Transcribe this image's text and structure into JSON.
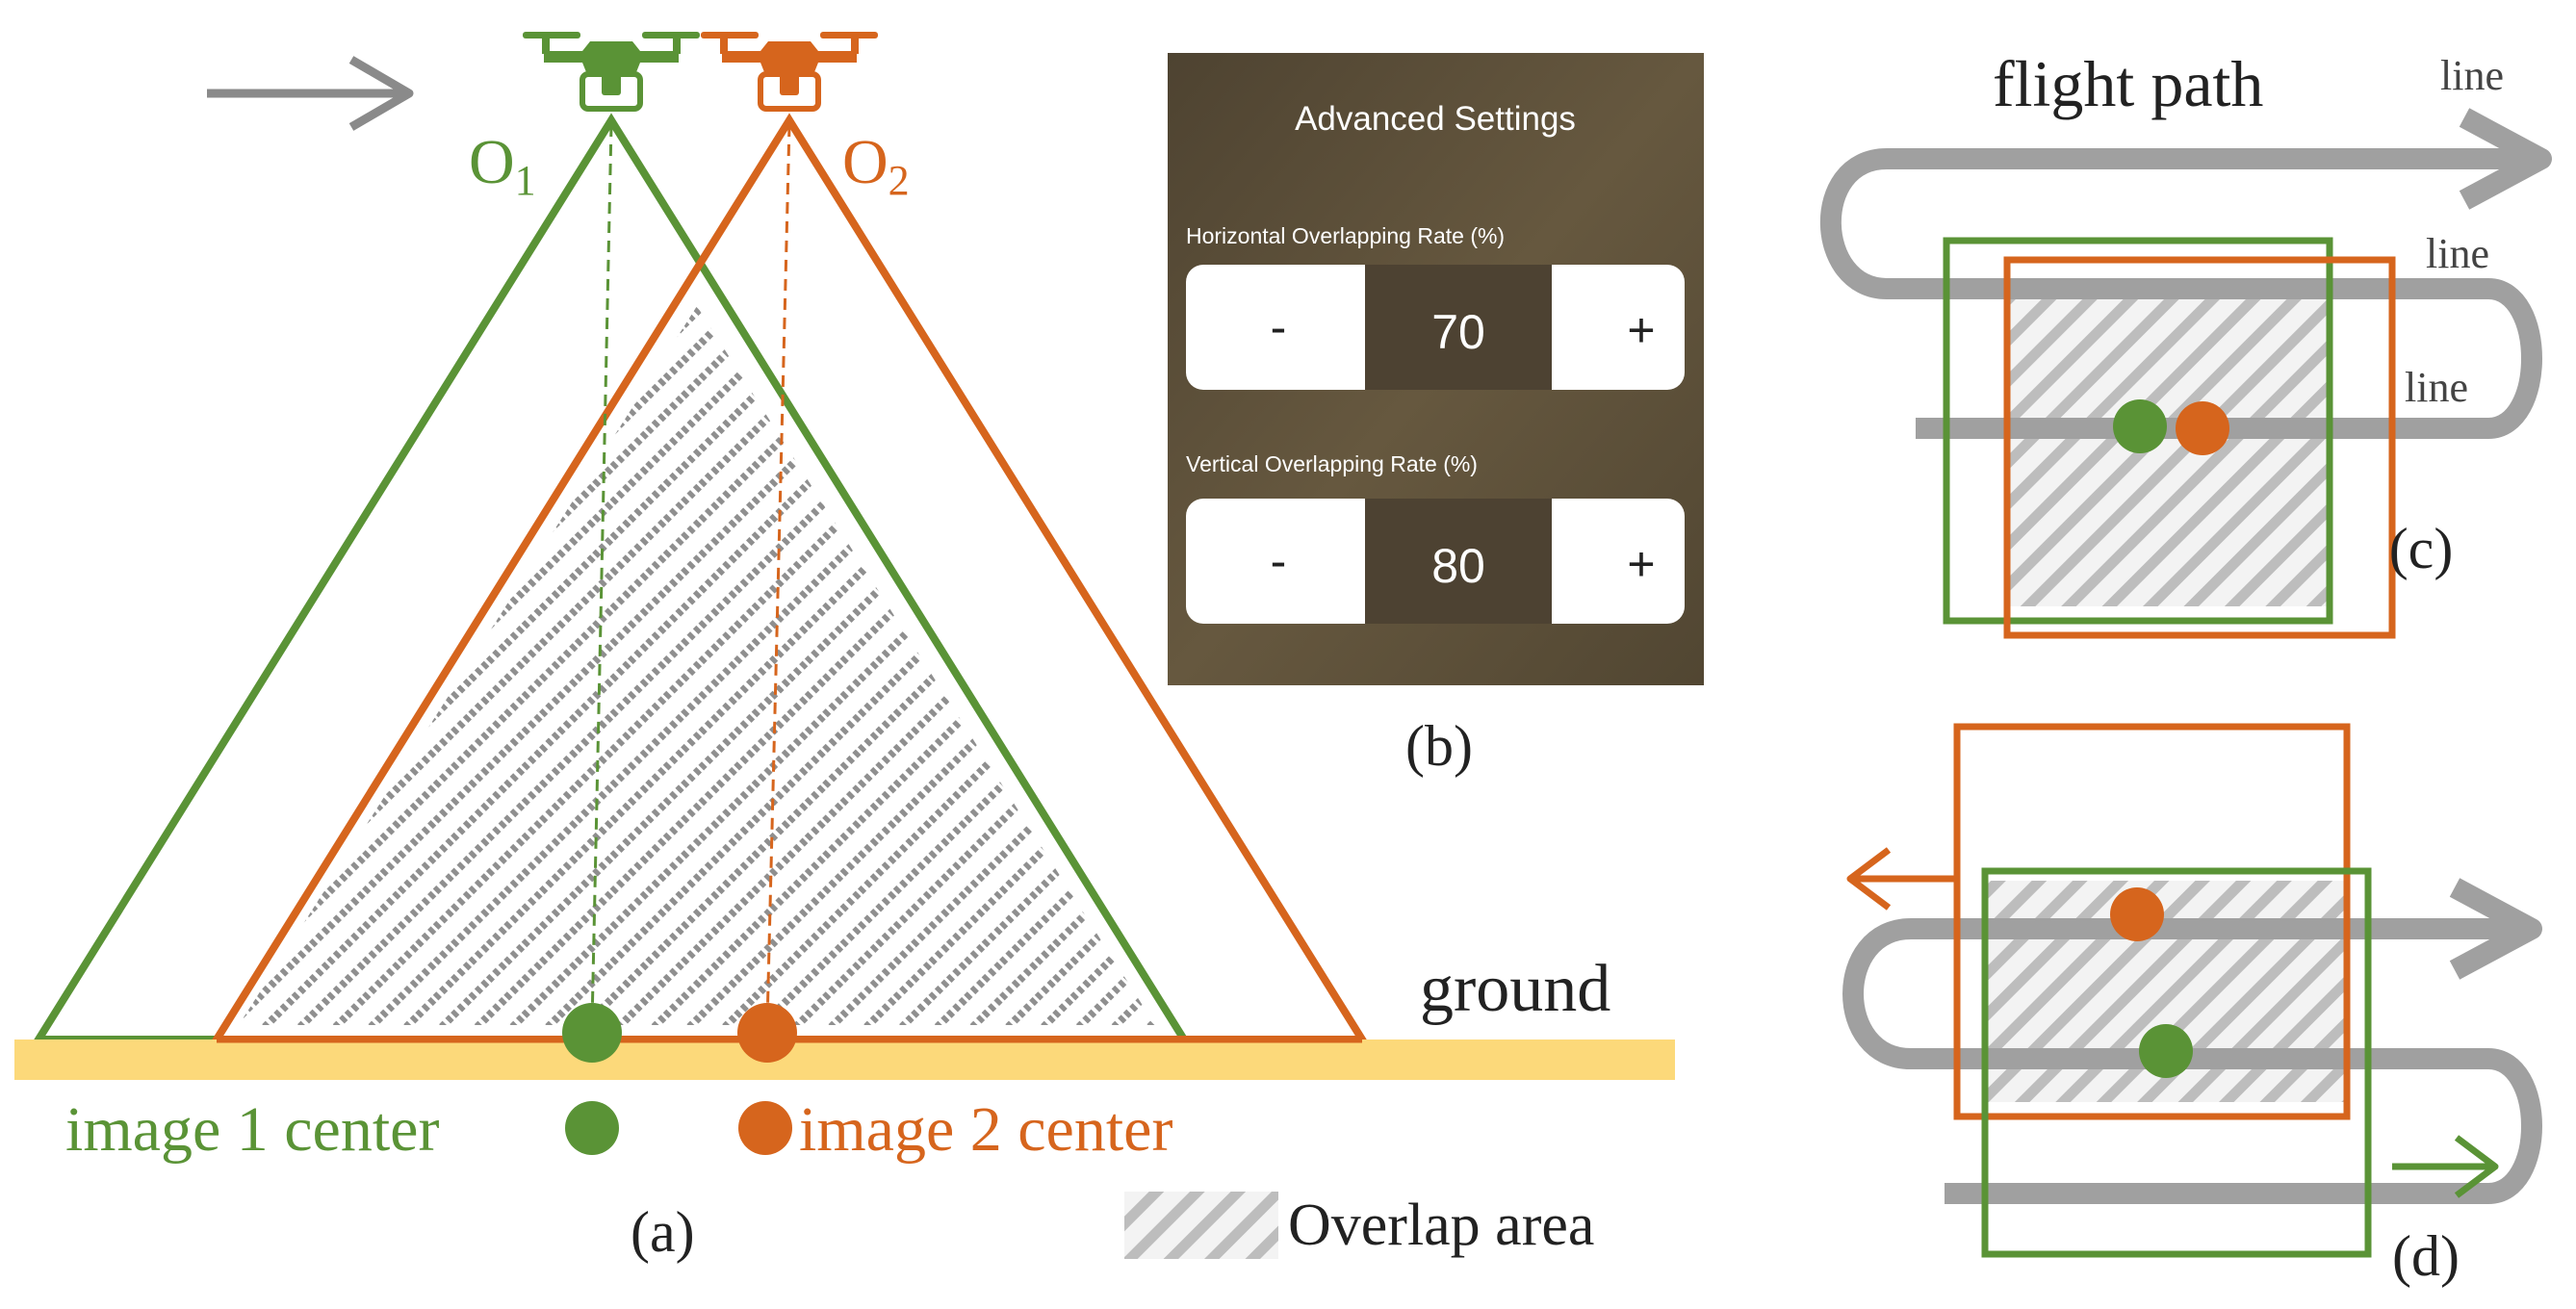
{
  "colors": {
    "green": "#5a9336",
    "orange": "#d6651d",
    "gray": "#9a9a9a",
    "ground": "#fcd97a",
    "panel_bg": "#5a4e3c",
    "panel_value_bg": "#4d4232",
    "text_dark": "#222222"
  },
  "panel_a": {
    "label": "(a)",
    "o1": "O",
    "o1_sub": "1",
    "o2": "O",
    "o2_sub": "2",
    "ground_label": "ground",
    "image1_label": "image 1 center",
    "image2_label": "image 2 center",
    "legend_label": "Overlap area",
    "drone_icon": "quadcopter-drone-icon",
    "direction_icon": "arrow-right-icon"
  },
  "panel_b": {
    "label": "(b)",
    "title": "Advanced Settings",
    "horizontal": {
      "label": "Horizontal Overlapping Rate (%)",
      "minus": "-",
      "value": "70",
      "plus": "+"
    },
    "vertical": {
      "label": "Vertical Overlapping Rate (%)",
      "minus": "-",
      "value": "80",
      "plus": "+"
    }
  },
  "panel_c": {
    "label": "(c)",
    "flight_path_label": "flight path",
    "line_label_1": "line",
    "line_label_2": "line",
    "line_label_3": "line"
  },
  "panel_d": {
    "label": "(d)"
  }
}
